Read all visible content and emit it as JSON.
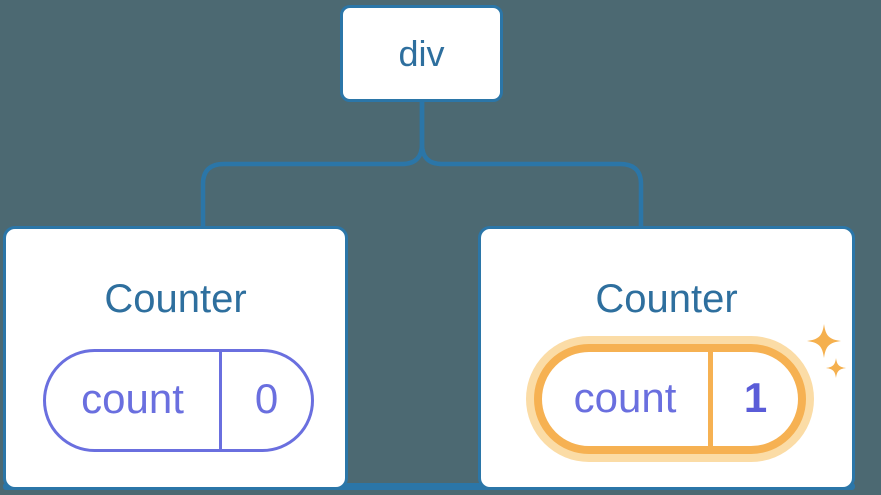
{
  "tree": {
    "root": {
      "label": "div"
    },
    "children": [
      {
        "title": "Counter",
        "state": {
          "key": "count",
          "value": "0"
        },
        "highlighted": false
      },
      {
        "title": "Counter",
        "state": {
          "key": "count",
          "value": "1"
        },
        "highlighted": true
      }
    ]
  },
  "colors": {
    "background": "#4C6972",
    "connector_blue": "#2B76A8",
    "box_border_blue": "#2B76A8",
    "box_background": "#FFFFFF",
    "title_blue": "#2E6F9E",
    "state_purple": "#6A6FDF",
    "value_bold_purple": "#5A5CD8",
    "highlight_orange": "#F6B152",
    "highlight_halo_orange": "#FBDCA6",
    "sparkle_orange": "#F5B04E"
  }
}
